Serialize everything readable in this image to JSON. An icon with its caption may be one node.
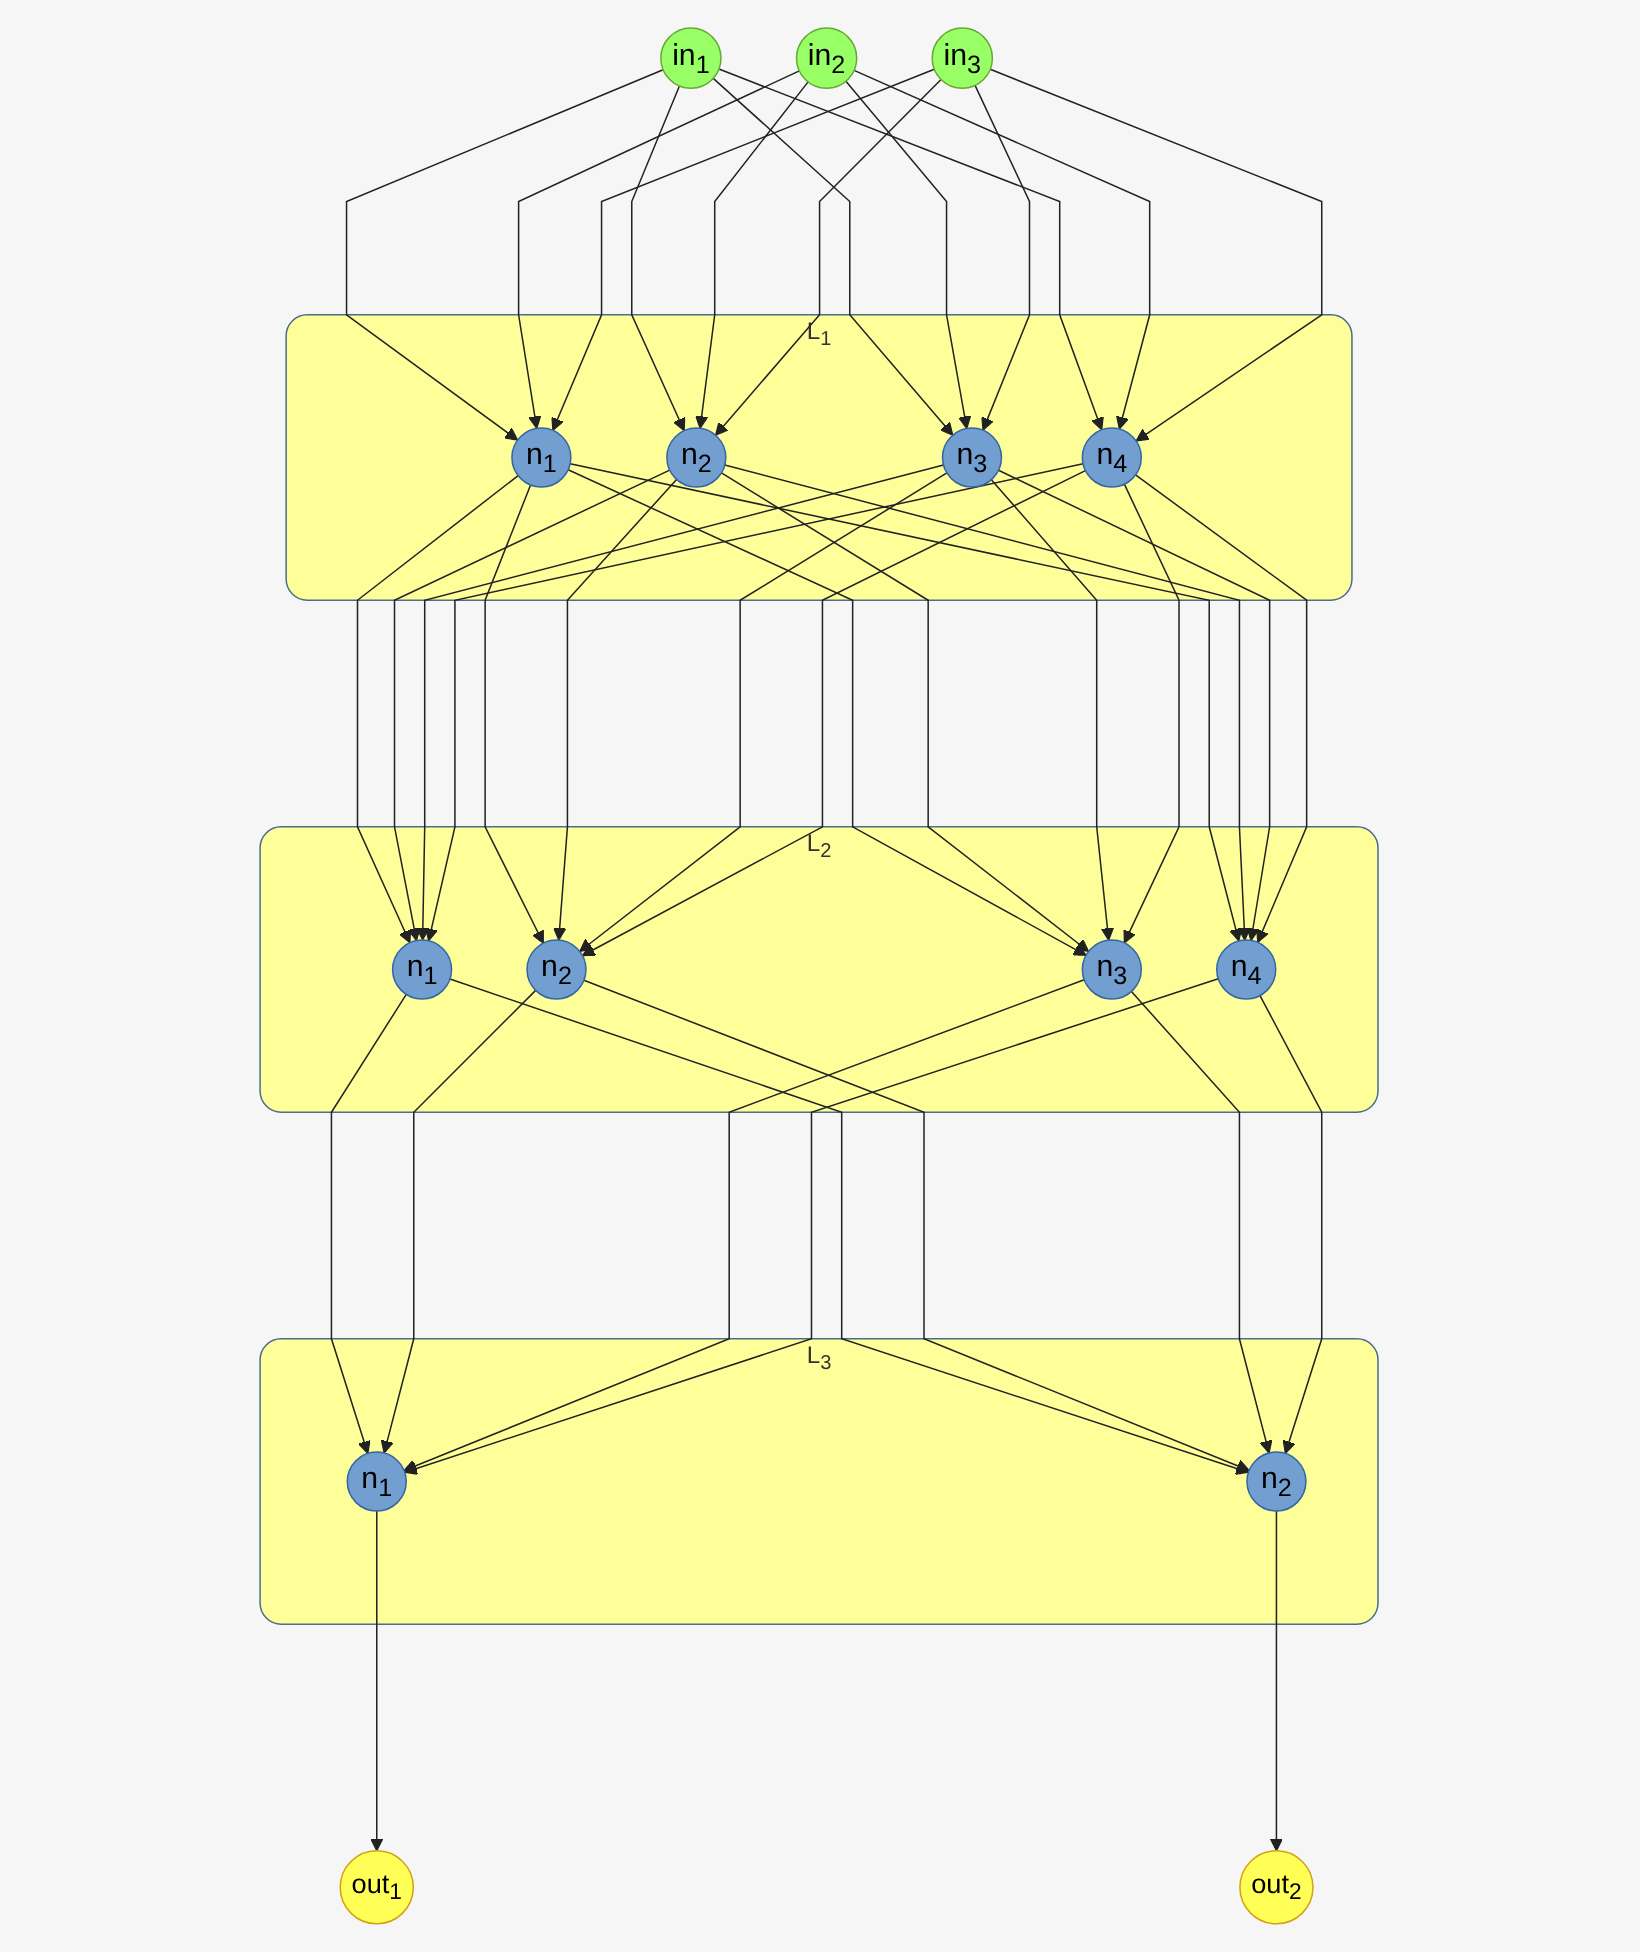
{
  "diagram": {
    "nodes": [
      {
        "text": [
          "in$_{1}$"
        ]
      },
      {
        "text": [
          "in$_{2}$"
        ]
      },
      {
        "text": [
          "in$_{3}$"
        ]
      },
      {
        "text": [
          "L$_{1}$"
        ]
      },
      {
        "text": [
          "n$_{1}$"
        ],
        "in": 3
      },
      {
        "text": [
          "n$_{2}$"
        ],
        "in": 3
      },
      {
        "text": [
          "n$_{3}$"
        ],
        "in": 3
      },
      {
        "text": [
          "n$_{4}$"
        ],
        "in": 3
      },
      {
        "text": [
          "L$_{2}$"
        ]
      },
      {
        "text": [
          "n$_{1}$"
        ],
        "in": 8
      },
      {
        "text": [
          "n$_{2}$"
        ],
        "in": 8
      },
      {
        "text": [
          "n$_{3}$"
        ],
        "in": 8
      },
      {
        "text": [
          "n$_{4}$"
        ],
        "in": 8
      },
      {
        "text": [
          "L$_{3}$"
        ]
      },
      {
        "text": [
          "n$_{1}$"
        ],
        "in": 13
      },
      {
        "text": [
          "n$_{2}$"
        ],
        "in": 13
      },
      {
        "text": [
          "out$_{1}$"
        ]
      },
      {
        "text": [
          "out$_{2}$"
        ]
      }
    ],
    "edges": [
      {
        "from": 0,
        "to": 4,
        "arrow": "to"
      },
      {
        "from": 0,
        "to": 5,
        "arrow": "to"
      },
      {
        "from": 0,
        "to": 6,
        "arrow": "to"
      },
      {
        "from": 0,
        "to": 7,
        "arrow": "to"
      },
      {
        "from": 1,
        "to": 4,
        "arrow": "to"
      },
      {
        "from": 1,
        "to": 5,
        "arrow": "to"
      },
      {
        "from": 1,
        "to": 6,
        "arrow": "to"
      },
      {
        "from": 1,
        "to": 7,
        "arrow": "to"
      },
      {
        "from": 2,
        "to": 4,
        "arrow": "to"
      },
      {
        "from": 2,
        "to": 5,
        "arrow": "to"
      },
      {
        "from": 2,
        "to": 6,
        "arrow": "to"
      },
      {
        "from": 2,
        "to": 7,
        "arrow": "to"
      },
      {
        "from": 4,
        "to": 9,
        "arrow": "to"
      },
      {
        "from": 4,
        "to": 10,
        "arrow": "to"
      },
      {
        "from": 4,
        "to": 11,
        "arrow": "to"
      },
      {
        "from": 4,
        "to": 12,
        "arrow": "to"
      },
      {
        "from": 5,
        "to": 9,
        "arrow": "to"
      },
      {
        "from": 5,
        "to": 10,
        "arrow": "to"
      },
      {
        "from": 5,
        "to": 11,
        "arrow": "to"
      },
      {
        "from": 5,
        "to": 12,
        "arrow": "to"
      },
      {
        "from": 6,
        "to": 9,
        "arrow": "to"
      },
      {
        "from": 6,
        "to": 10,
        "arrow": "to"
      },
      {
        "from": 6,
        "to": 11,
        "arrow": "to"
      },
      {
        "from": 6,
        "to": 12,
        "arrow": "to"
      },
      {
        "from": 7,
        "to": 9,
        "arrow": "to"
      },
      {
        "from": 7,
        "to": 10,
        "arrow": "to"
      },
      {
        "from": 7,
        "to": 11,
        "arrow": "to"
      },
      {
        "from": 7,
        "to": 12,
        "arrow": "to"
      },
      {
        "from": 9,
        "to": 14,
        "arrow": "to"
      },
      {
        "from": 9,
        "to": 15,
        "arrow": "to"
      },
      {
        "from": 10,
        "to": 14,
        "arrow": "to"
      },
      {
        "from": 10,
        "to": 15,
        "arrow": "to"
      },
      {
        "from": 11,
        "to": 14,
        "arrow": "to"
      },
      {
        "from": 11,
        "to": 15,
        "arrow": "to"
      },
      {
        "from": 12,
        "to": 14,
        "arrow": "to"
      },
      {
        "from": 12,
        "to": 15,
        "arrow": "to"
      },
      {
        "from": 14,
        "to": 16,
        "arrow": "to"
      },
      {
        "from": 15,
        "to": 17,
        "arrow": "to"
      }
    ]
  }
}
